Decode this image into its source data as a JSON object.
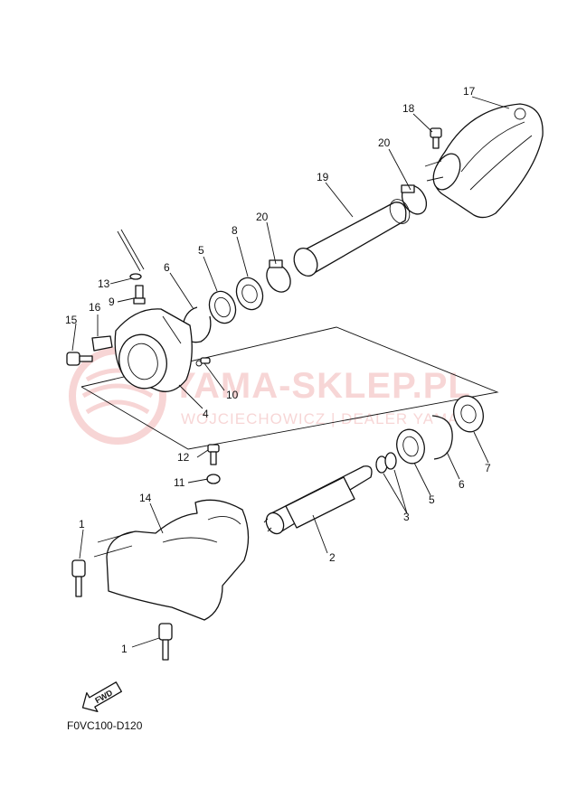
{
  "diagram": {
    "code": "F0VC100-D120",
    "fwd_label": "FWD",
    "watermark": {
      "title": "YAMA-SKLEP.PL",
      "subtitle": "WOJCIECHOWICZ | DEALER YAMAHA"
    },
    "callouts": [
      "1",
      "1",
      "2",
      "3",
      "4",
      "5",
      "5",
      "6",
      "6",
      "7",
      "8",
      "9",
      "10",
      "11",
      "12",
      "13",
      "14",
      "15",
      "16",
      "17",
      "18",
      "19",
      "20",
      "20"
    ]
  }
}
